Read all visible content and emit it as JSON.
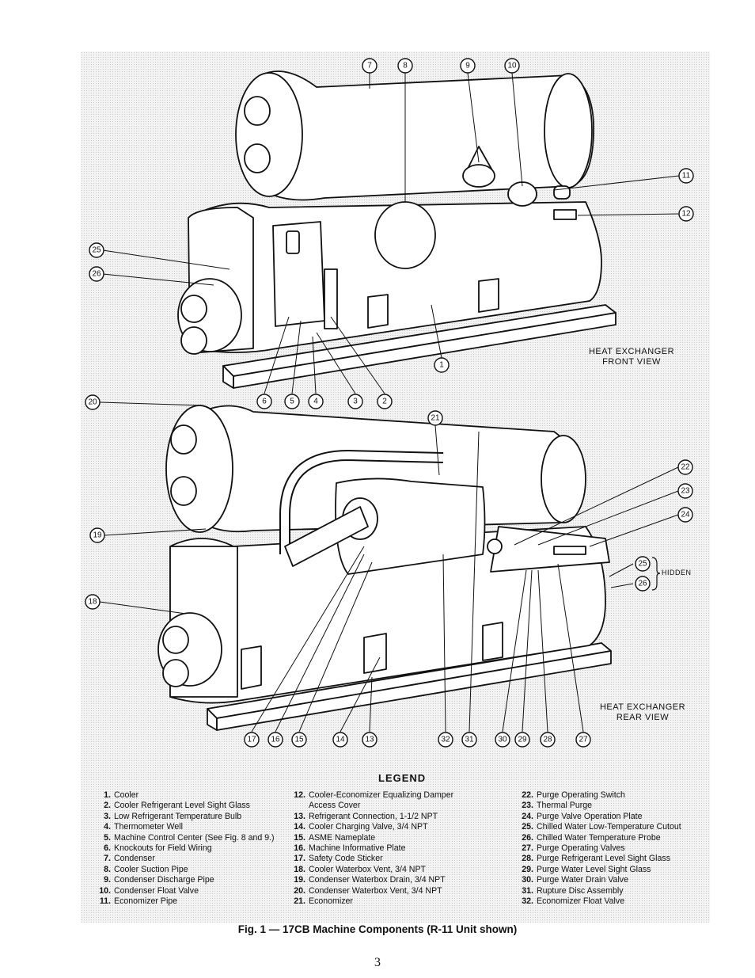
{
  "views": {
    "front_label_line1": "HEAT EXCHANGER",
    "front_label_line2": "FRONT VIEW",
    "rear_label_line1": "HEAT EXCHANGER",
    "rear_label_line2": "REAR VIEW",
    "hidden_label": "HIDDEN"
  },
  "callouts": {
    "front": [
      "7",
      "8",
      "9",
      "10",
      "11",
      "12",
      "25",
      "26",
      "1",
      "6",
      "5",
      "4",
      "3",
      "2"
    ],
    "rear": [
      "20",
      "21",
      "22",
      "23",
      "24",
      "25",
      "26",
      "19",
      "18",
      "17",
      "16",
      "15",
      "14",
      "13",
      "32",
      "31",
      "30",
      "29",
      "28",
      "27"
    ]
  },
  "legend": {
    "title": "LEGEND",
    "col1": [
      {
        "num": "1.",
        "text": "Cooler"
      },
      {
        "num": "2.",
        "text": "Cooler Refrigerant Level Sight Glass"
      },
      {
        "num": "3.",
        "text": "Low Refrigerant Temperature Bulb"
      },
      {
        "num": "4.",
        "text": "Thermometer Well"
      },
      {
        "num": "5.",
        "text": "Machine Control Center (See Fig. 8 and 9.)"
      },
      {
        "num": "6.",
        "text": "Knockouts for Field Wiring"
      },
      {
        "num": "7.",
        "text": "Condenser"
      },
      {
        "num": "8.",
        "text": "Cooler Suction Pipe"
      },
      {
        "num": "9.",
        "text": "Condenser Discharge Pipe"
      },
      {
        "num": "10.",
        "text": "Condenser Float Valve"
      },
      {
        "num": "11.",
        "text": "Economizer Pipe"
      }
    ],
    "col2": [
      {
        "num": "12.",
        "text": "Cooler-Economizer Equalizing Damper",
        "cont": "Access Cover"
      },
      {
        "num": "13.",
        "text": "Refrigerant Connection, 1-1/2 NPT"
      },
      {
        "num": "14.",
        "text": "Cooler Charging Valve, 3/4 NPT"
      },
      {
        "num": "15.",
        "text": "ASME Nameplate"
      },
      {
        "num": "16.",
        "text": "Machine Informative Plate"
      },
      {
        "num": "17.",
        "text": "Safety Code Sticker"
      },
      {
        "num": "18.",
        "text": "Cooler Waterbox Vent, 3/4 NPT"
      },
      {
        "num": "19.",
        "text": "Condenser Waterbox Drain, 3/4 NPT"
      },
      {
        "num": "20.",
        "text": "Condenser Waterbox Vent, 3/4 NPT"
      },
      {
        "num": "21.",
        "text": "Economizer"
      }
    ],
    "col3": [
      {
        "num": "22.",
        "text": "Purge Operating Switch"
      },
      {
        "num": "23.",
        "text": "Thermal Purge"
      },
      {
        "num": "24.",
        "text": "Purge Valve Operation Plate"
      },
      {
        "num": "25.",
        "text": "Chilled Water Low-Temperature Cutout"
      },
      {
        "num": "26.",
        "text": "Chilled Water Temperature Probe"
      },
      {
        "num": "27.",
        "text": "Purge Operating Valves"
      },
      {
        "num": "28.",
        "text": "Purge Refrigerant Level Sight Glass"
      },
      {
        "num": "29.",
        "text": "Purge Water Level Sight Glass"
      },
      {
        "num": "30.",
        "text": "Purge Water Drain Valve"
      },
      {
        "num": "31.",
        "text": "Rupture Disc Assembly"
      },
      {
        "num": "32.",
        "text": "Economizer Float Valve"
      }
    ]
  },
  "caption": "Fig. 1 — 17CB Machine Components (R-11 Unit shown)",
  "page_number": "3"
}
